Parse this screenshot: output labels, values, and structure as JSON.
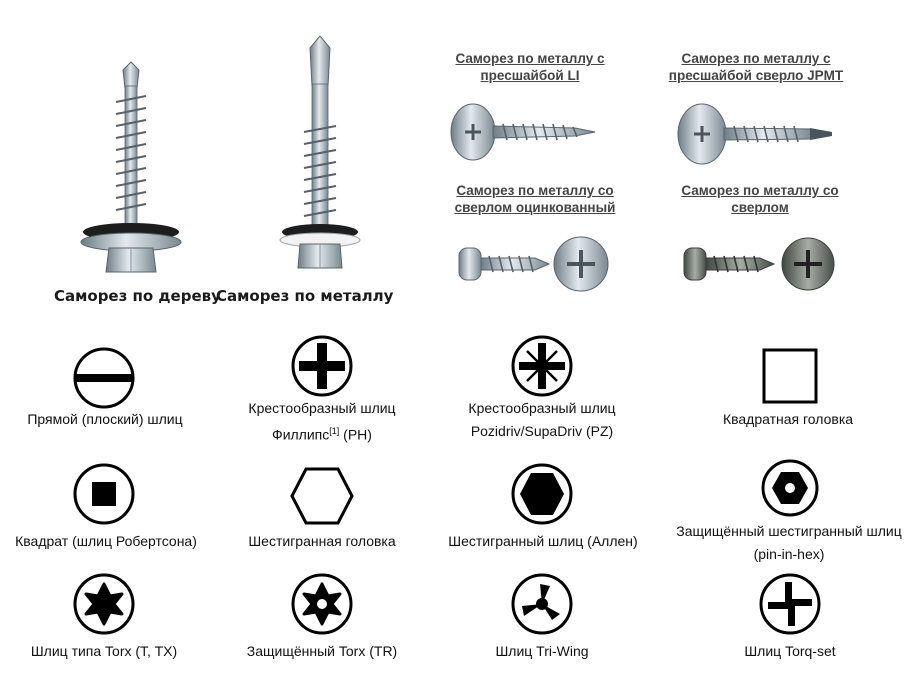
{
  "top_left": {
    "wood_label": "Саморез по дереву",
    "metal_label": "Саморез по металлу"
  },
  "top_right": {
    "pressh_li": "Саморез по металлу с\nпресшайбой LI",
    "pressh_jpmt": "Саморез по металлу с\nпресшайбой сверло JPMT",
    "drill_zinc": "Саморез по металлу со\nсверлом оцинкованный",
    "drill": "Саморез по металлу со\nсверлом"
  },
  "drives": {
    "slot": "Прямой (плоский) шлиц",
    "phillips_line1": "Крестообразный шлиц",
    "phillips_line2": "Филлипс",
    "phillips_sup": "[1]",
    "phillips_suffix": " (PH)",
    "pozidriv_line1": "Крестообразный шлиц",
    "pozidriv_line2": "Pozidriv/SupaDriv (PZ)",
    "square_head": "Квадратная головка",
    "robertson": "Квадрат (шлиц Робертсона)",
    "hex_head": "Шестигранная головка",
    "allen": "Шестигранный шлиц (Аллен)",
    "pin_hex_line1": "Защищённый шестигранный шлиц",
    "pin_hex_line2": "(pin-in-hex)",
    "torx": "Шлиц типа Torx (T, TX)",
    "torx_tr": "Защищённый Torx (TR)",
    "tri_wing": "Шлиц Tri-Wing",
    "torq_set": "Шлиц Torq-set"
  }
}
